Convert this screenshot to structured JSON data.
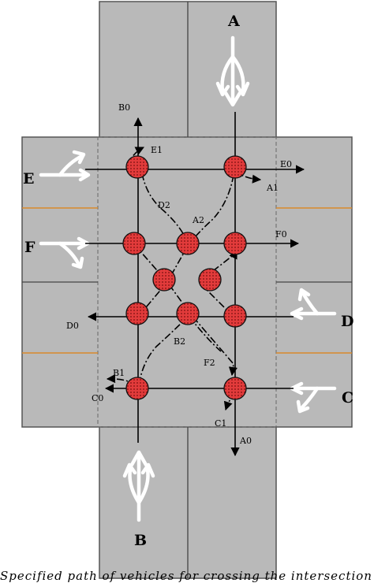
{
  "colors": {
    "road": "#b9b9b9",
    "road_edge": "#555555",
    "lane_line": "#444444",
    "median": "#d9892b",
    "conflict_point": "#e23b3b",
    "conflict_dots": "#7a1010",
    "path": "#000000",
    "turn_arrow": "#ffffff"
  },
  "approach_labels": {
    "a": "A",
    "b": "B",
    "c": "C",
    "d": "D",
    "e": "E",
    "f": "F"
  },
  "path_labels": {
    "b0": "B0",
    "e1": "E1",
    "e0": "E0",
    "a1": "A1",
    "d2": "D2",
    "a2": "A2",
    "f0": "F0",
    "d0": "D0",
    "b2": "B2",
    "f2": "F2",
    "b1": "B1",
    "c0": "C0",
    "c1": "C1",
    "a0": "A0"
  },
  "caption": "Specified path of vehicles for crossing the intersection"
}
